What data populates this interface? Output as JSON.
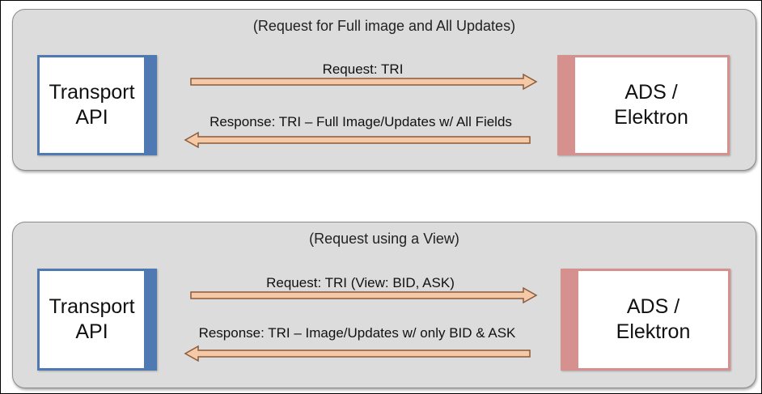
{
  "colors": {
    "panel_bg": "#dcdcdc",
    "transport_box": "#4f79b2",
    "ads_box": "#d6908d",
    "arrow_fill": "#f6c9a6",
    "arrow_stroke": "#8a5a3a"
  },
  "panels": [
    {
      "title": "(Request for Full image and All Updates)",
      "left_box": {
        "line1": "Transport",
        "line2": "API"
      },
      "right_box": {
        "line1": "ADS /",
        "line2": "Elektron"
      },
      "request_label": "Request: TRI",
      "response_label": "Response: TRI – Full Image/Updates w/ All Fields"
    },
    {
      "title": "(Request using a View)",
      "left_box": {
        "line1": "Transport",
        "line2": "API"
      },
      "right_box": {
        "line1": "ADS /",
        "line2": "Elektron"
      },
      "request_label": "Request: TRI (View: BID, ASK)",
      "response_label": "Response: TRI – Image/Updates w/ only BID & ASK"
    }
  ]
}
